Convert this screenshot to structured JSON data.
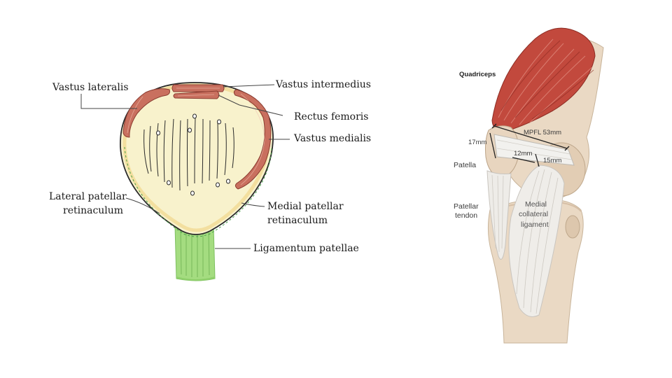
{
  "left_diagram": {
    "labels": {
      "vastus_lateralis": "Vastus lateralis",
      "vastus_intermedius": "Vastus intermedius",
      "rectus_femoris": "Rectus femoris",
      "vastus_medialis": "Vastus medialis",
      "lateral_retinaculum_line1": "Lateral patellar",
      "lateral_retinaculum_line2": "retinaculum",
      "medial_retinaculum_line1": "Medial patellar",
      "medial_retinaculum_line2": "retinaculum",
      "ligamentum_patellae": "Ligamentum patellae"
    },
    "colors": {
      "bone": "#f7f0c6",
      "rim": "#f0d690",
      "muscle": "#c5695b",
      "tendon": "#9ed97a"
    }
  },
  "right_diagram": {
    "labels": {
      "quadriceps": "Quadriceps",
      "mpfl": "MPFL 53mm",
      "m17": "17mm",
      "m12": "12mm",
      "m15": "15mm",
      "patella": "Patella",
      "patellar_tendon_line1": "Patellar",
      "patellar_tendon_line2": "tendon",
      "mcl_line1": "Medial",
      "mcl_line2": "collateral",
      "mcl_line3": "ligament"
    },
    "colors": {
      "muscle": "#c0443a",
      "bone": "#e8d6c0",
      "ligament": "#eceae6"
    }
  }
}
